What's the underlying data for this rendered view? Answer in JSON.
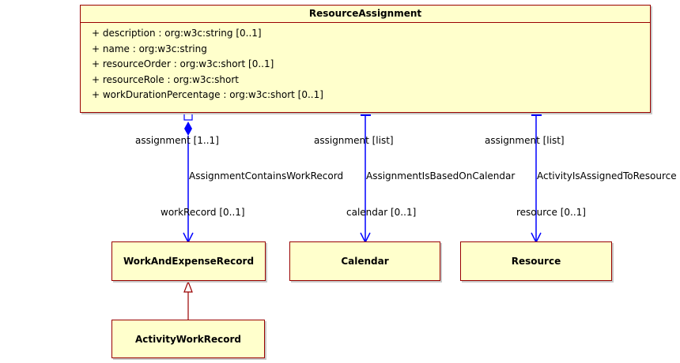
{
  "classes": {
    "resource_assignment": {
      "name": "ResourceAssignment",
      "attributes": [
        "+ description : org:w3c:string [0..1]",
        "+ name : org:w3c:string",
        "+ resourceOrder : org:w3c:short [0..1]",
        "+ resourceRole : org:w3c:short",
        "+ workDurationPercentage : org:w3c:short [0..1]"
      ]
    },
    "work_and_expense_record": {
      "name": "WorkAndExpenseRecord"
    },
    "calendar": {
      "name": "Calendar"
    },
    "resource": {
      "name": "Resource"
    },
    "activity_work_record": {
      "name": "ActivityWorkRecord"
    }
  },
  "associations": [
    {
      "name": "AssignmentContainsWorkRecord",
      "source_role": "assignment [1..1]",
      "target_role": "workRecord [0..1]"
    },
    {
      "name": "AssignmentIsBasedOnCalendar",
      "source_role": "assignment [list]",
      "target_role": "calendar [0..1]"
    },
    {
      "name": "ActivityIsAssignedToResource",
      "source_role": "assignment [list]",
      "target_role": "resource [0..1]"
    }
  ],
  "colors": {
    "class_fill": "#ffffcc",
    "class_border": "#990000",
    "association": "#0000ff",
    "generalization": "#990000"
  }
}
